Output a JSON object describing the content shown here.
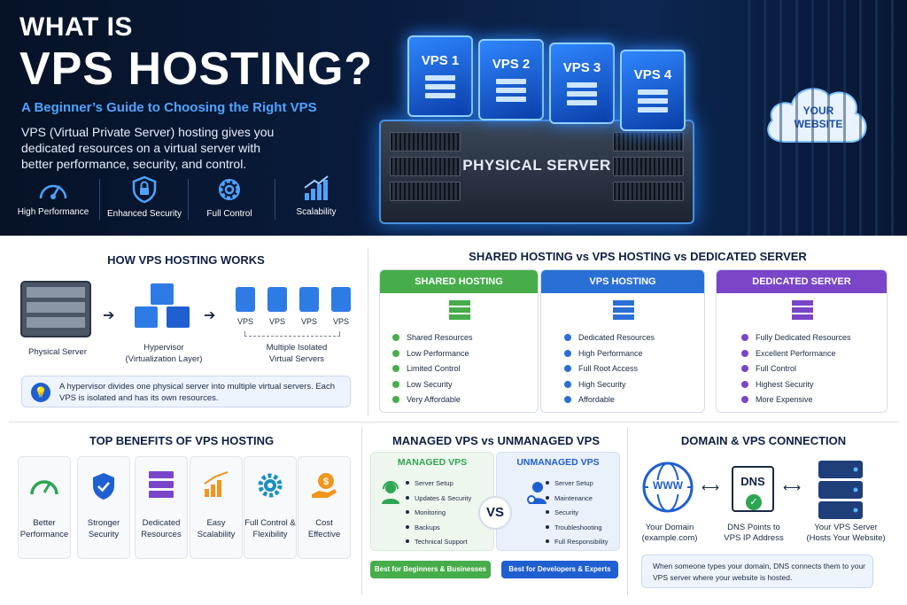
{
  "hero": {
    "title_small": "WHAT IS",
    "title_big": "VPS HOSTING?",
    "subtitle": "A Beginner’s Guide to Choosing the Right VPS",
    "description": "VPS (Virtual Private Server) hosting gives you dedicated resources on a virtual server with better performance, security, and control.",
    "features": [
      {
        "label": "High Performance",
        "icon": "speedometer-icon"
      },
      {
        "label": "Enhanced Security",
        "icon": "shield-lock-icon"
      },
      {
        "label": "Full Control",
        "icon": "gear-icon"
      },
      {
        "label": "Scalability",
        "icon": "bar-chart-icon"
      }
    ],
    "vps_boxes": [
      "VPS 1",
      "VPS 2",
      "VPS 3",
      "VPS 4"
    ],
    "server_label": "PHYSICAL SERVER",
    "cloud_label": "YOUR WEBSITE"
  },
  "how_it_works": {
    "title": "HOW VPS HOSTING WORKS",
    "physical_server": "Physical Server",
    "hypervisor": "Hypervisor",
    "hypervisor_sub": "(Virtualization Layer)",
    "vps_labels": [
      "VPS",
      "VPS",
      "VPS",
      "VPS"
    ],
    "isolated": "Multiple Isolated",
    "isolated_sub": "Virtual Servers",
    "note": "A hypervisor divides one physical server into multiple virtual servers. Each VPS is isolated and has its own resources."
  },
  "comparison": {
    "title": "SHARED HOSTING vs VPS HOSTING vs DEDICATED SERVER",
    "columns": [
      {
        "name": "SHARED HOSTING",
        "color": "#46ad4a",
        "items": [
          "Shared Resources",
          "Low Performance",
          "Limited Control",
          "Low Security",
          "Very Affordable"
        ]
      },
      {
        "name": "VPS HOSTING",
        "color": "#2a6fd6",
        "items": [
          "Dedicated Resources",
          "High Performance",
          "Full Root Access",
          "High Security",
          "Affordable"
        ]
      },
      {
        "name": "DEDICATED SERVER",
        "color": "#7a45c9",
        "items": [
          "Fully Dedicated Resources",
          "Excellent Performance",
          "Full Control",
          "Highest Security",
          "More Expensive"
        ]
      }
    ]
  },
  "benefits": {
    "title": "TOP BENEFITS OF VPS HOSTING",
    "items": [
      {
        "label": "Better Performance",
        "icon": "gauge-icon",
        "color": "#2da652"
      },
      {
        "label": "Stronger Security",
        "icon": "shield-check-icon",
        "color": "#1f5fd1"
      },
      {
        "label": "Dedicated Resources",
        "icon": "server-stack-icon",
        "color": "#7a45c9"
      },
      {
        "label": "Easy Scalability",
        "icon": "growth-chart-icon",
        "color": "#f0961c"
      },
      {
        "label": "Full Control & Flexibility",
        "icon": "gear-icon",
        "color": "#1a8fc2"
      },
      {
        "label": "Cost Effective",
        "icon": "money-hand-icon",
        "color": "#f0961c"
      }
    ]
  },
  "managed": {
    "title": "MANAGED VPS vs UNMANAGED VPS",
    "vs": "VS",
    "managed_title": "MANAGED VPS",
    "managed_items": [
      "Server Setup",
      "Updates & Security",
      "Monitoring",
      "Backups",
      "Technical Support"
    ],
    "managed_button": "Best for Beginners & Businesses",
    "unmanaged_title": "UNMANAGED VPS",
    "unmanaged_items": [
      "Server Setup",
      "Maintenance",
      "Security",
      "Troubleshooting",
      "Full Responsibility"
    ],
    "unmanaged_button": "Best for Developers & Experts"
  },
  "domain": {
    "title": "DOMAIN & VPS CONNECTION",
    "www": "WWW",
    "dns": "DNS",
    "steps": [
      {
        "line1": "Your Domain",
        "line2": "(example.com)"
      },
      {
        "line1": "DNS Points to",
        "line2": "VPS IP Address"
      },
      {
        "line1": "Your VPS Server",
        "line2": "(Hosts Your Website)"
      }
    ],
    "note": "When someone types your domain, DNS connects them to your VPS server where your website is hosted."
  }
}
